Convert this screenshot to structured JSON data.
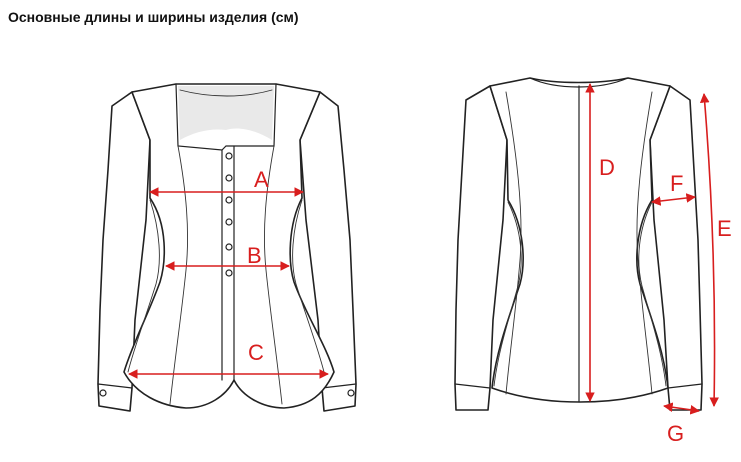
{
  "page": {
    "title": "Основные длины и ширины изделия (см)"
  },
  "colors": {
    "measure": "#d81e1e",
    "outline": "#222222"
  },
  "front_view": {
    "labels": {
      "a": "A",
      "b": "B",
      "c": "C"
    }
  },
  "back_view": {
    "labels": {
      "d": "D",
      "e": "E",
      "f": "F",
      "g": "G"
    }
  }
}
